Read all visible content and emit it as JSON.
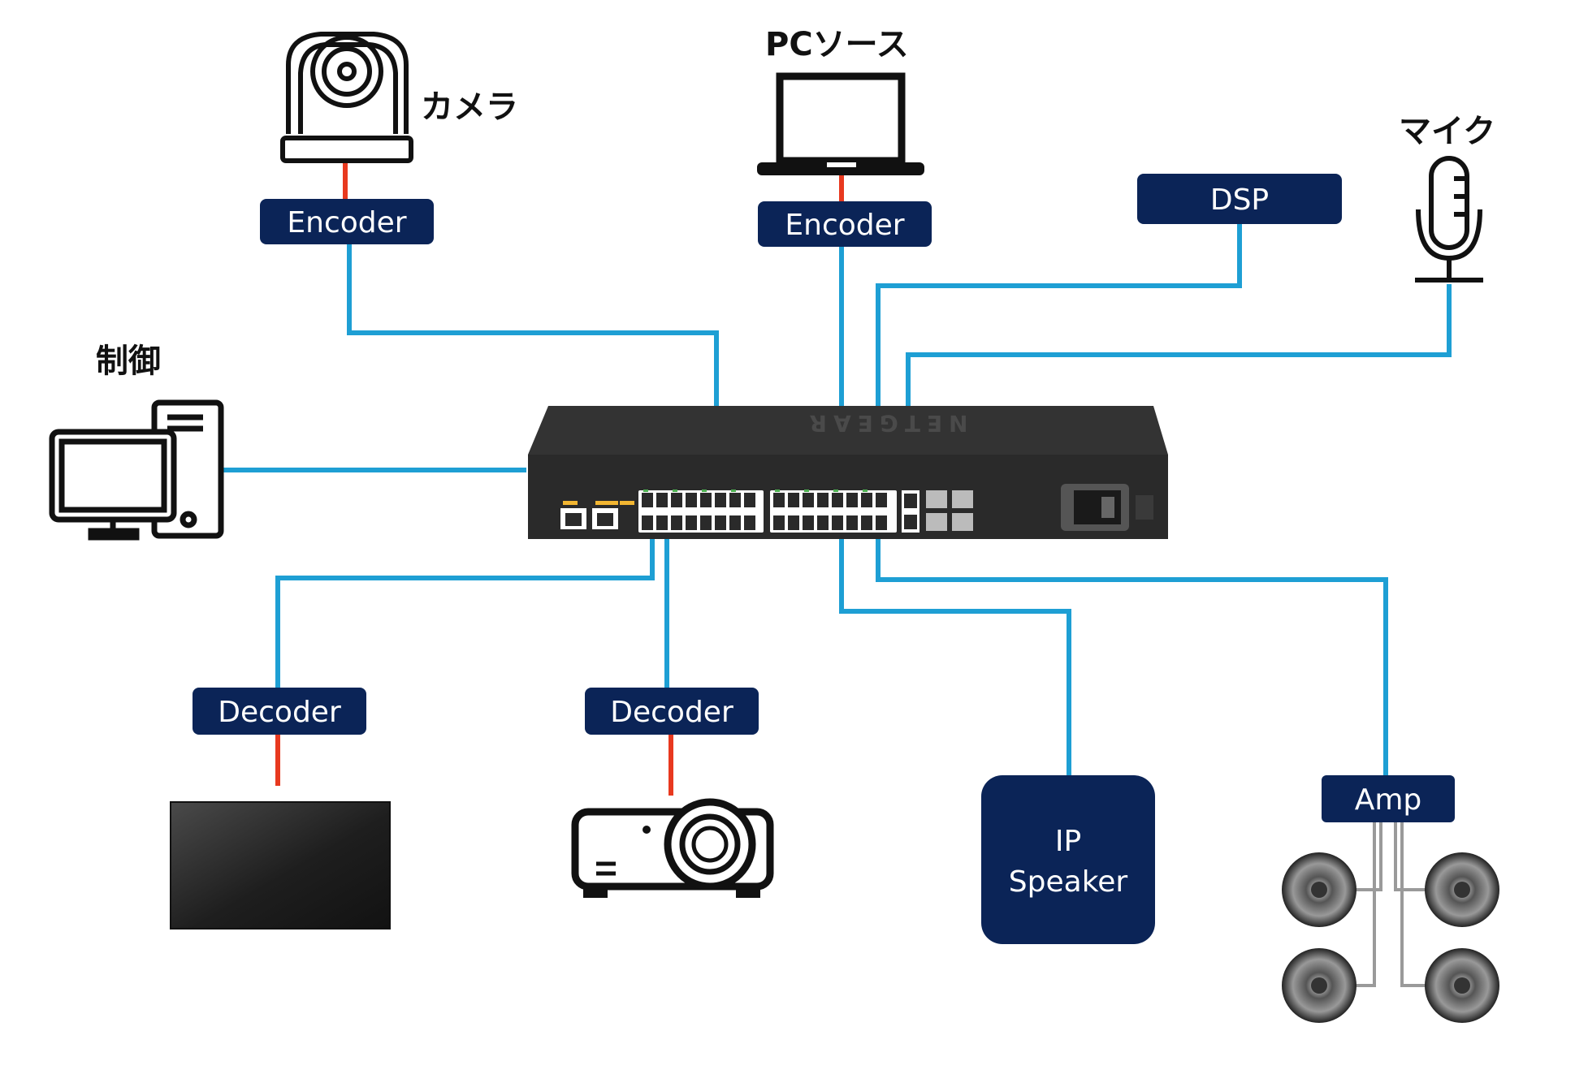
{
  "labels": {
    "camera": "カメラ",
    "pc_source": "PCソース",
    "mic": "マイク",
    "control": "制御"
  },
  "boxes": {
    "encoder_camera": "Encoder",
    "encoder_pc": "Encoder",
    "dsp": "DSP",
    "decoder_display": "Decoder",
    "decoder_projector": "Decoder",
    "ip_speaker_line1": "IP",
    "ip_speaker_line2": "Speaker",
    "amp": "Amp"
  },
  "switch": {
    "brand": "NETGEAR"
  },
  "colors": {
    "box_fill": "#0b2457",
    "network_line": "#1e9fd4",
    "local_line": "#e8391f",
    "switch_body": "#2a2a2a"
  }
}
